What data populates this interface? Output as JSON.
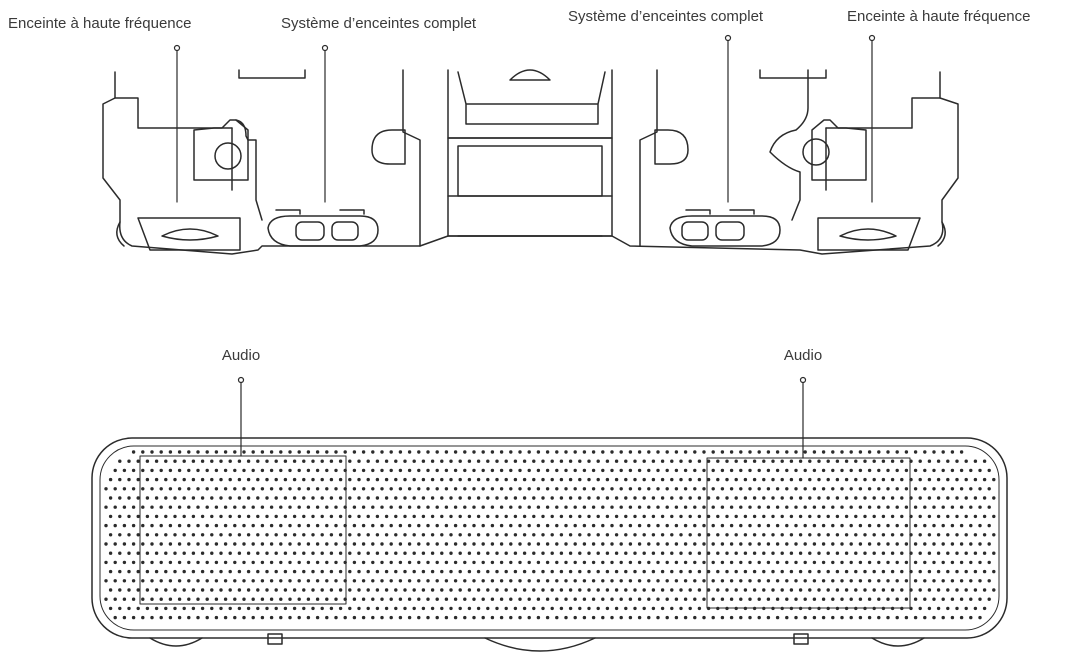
{
  "diagram": {
    "callouts_top": [
      "Enceinte à haute fréquence",
      "Système d’enceintes complet",
      "Système d’enceintes complet",
      "Enceinte à haute fréquence"
    ],
    "callouts_bottom": [
      "Audio",
      "Audio"
    ],
    "line_color": "#2b2b2b",
    "text_color": "#3a3a3a"
  }
}
